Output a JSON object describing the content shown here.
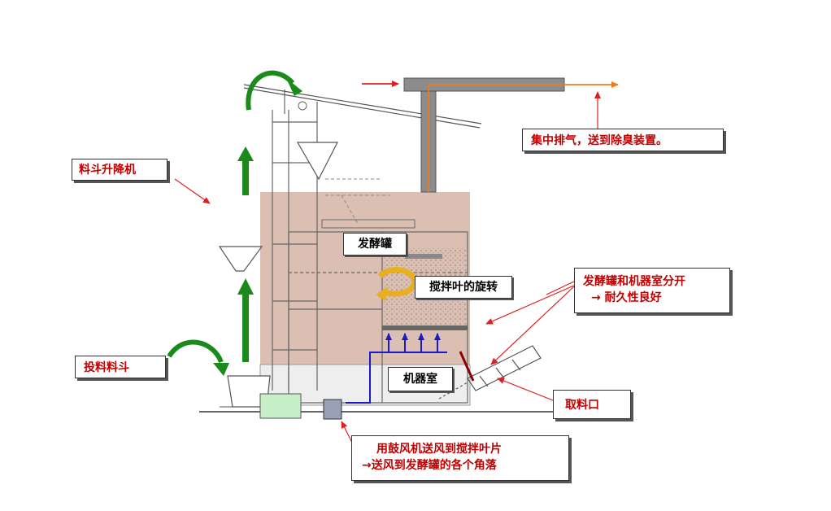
{
  "labels": {
    "hopper_elevator": "料斗升降机",
    "feeding_hopper": "投料料斗",
    "exhaust": "集中排气，送到除臭装置。",
    "separate_line1": "发酵罐和机器室分开",
    "separate_line2": "→ 耐久性良好",
    "outlet": "取料口",
    "blower_line1": "用鼓风机送风到搅拌叶片",
    "blower_line2": "→送风到发酵罐的各个角落",
    "tank": "发酵罐",
    "rotation": "搅拌叶的旋转",
    "machine_room": "机器室"
  },
  "colors": {
    "label_text": "#c00000",
    "tank_fill": "#dbbfb3",
    "green_arrow": "#1a8a1a",
    "red_arrow": "#e02020",
    "blue_air": "#1a1ac8",
    "exhaust_pipe": "#808080",
    "exhaust_line": "#f07820",
    "rotation_arrow": "#e8b020"
  }
}
